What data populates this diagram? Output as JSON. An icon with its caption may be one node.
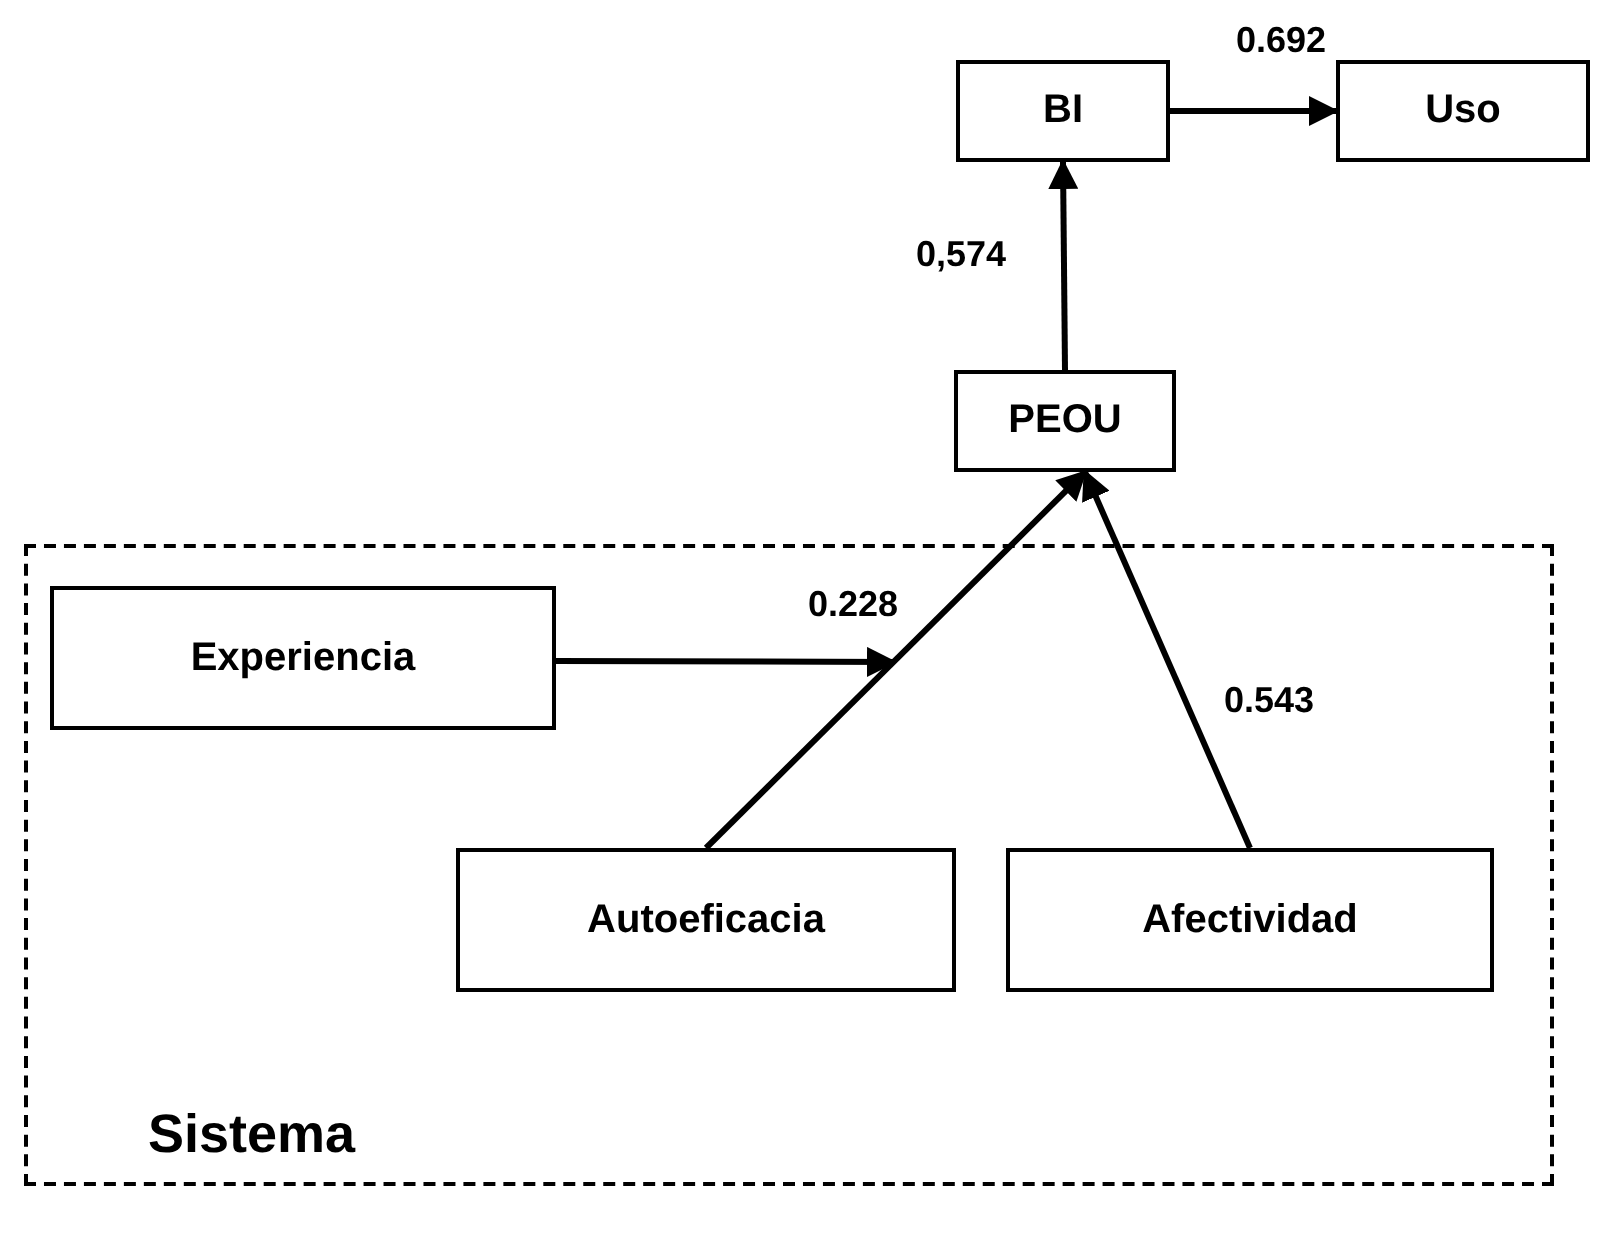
{
  "diagram": {
    "nodes": [
      {
        "text": [
          "BI"
        ]
      },
      {
        "text": [
          "Uso"
        ]
      },
      {
        "text": [
          "PEOU"
        ]
      },
      {
        "text": [
          "Sistema"
        ]
      },
      {
        "text": [
          "Experiencia"
        ],
        "in": 3
      },
      {
        "text": [
          "Autoeficacia"
        ],
        "in": 3
      },
      {
        "text": [
          "Afectividad"
        ],
        "in": 3
      }
    ],
    "edges": [
      {
        "from": 0,
        "to": 1,
        "arrow": "to",
        "label": "0.692"
      },
      {
        "from": 2,
        "to": 0,
        "arrow": "to",
        "label": "0,574"
      },
      {
        "from": 5,
        "to": 2,
        "arrow": "to"
      },
      {
        "from": 6,
        "to": 2,
        "arrow": "to",
        "label": "0.543"
      },
      {
        "from": 4,
        "to": null,
        "arrow": "to",
        "label": "0.228"
      }
    ]
  }
}
